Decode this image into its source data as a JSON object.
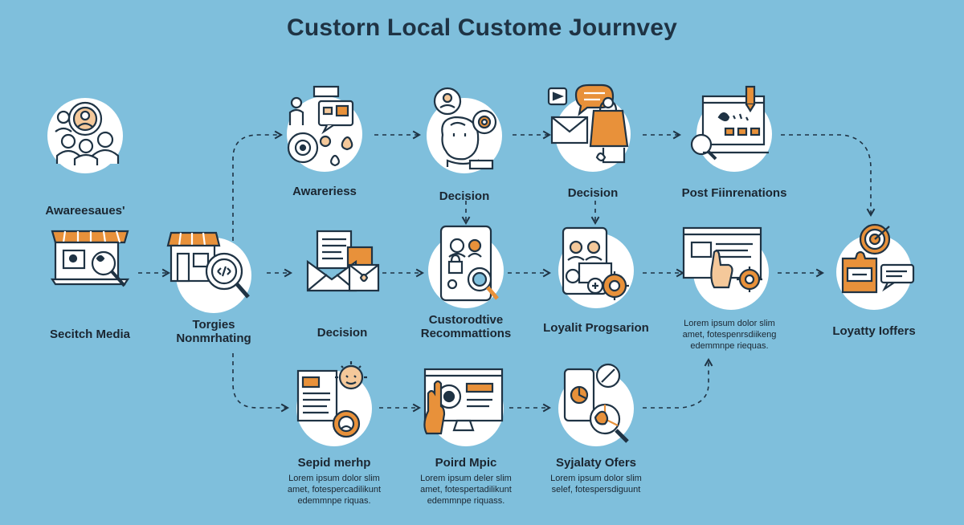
{
  "title": "Custorn Local Custome Journvey",
  "colors": {
    "background": "#7fbfdc",
    "accent": "#e8913a",
    "ink": "#1f3344",
    "circle": "#ffffff"
  },
  "nodes": [
    {
      "id": "n1",
      "label": "Awareesaues'",
      "icon": "people-group-icon"
    },
    {
      "id": "n2",
      "label": "Awareriess",
      "icon": "person-chat-target-icon"
    },
    {
      "id": "n3",
      "label": "Decision",
      "icon": "thinking-face-icon"
    },
    {
      "id": "n4",
      "label": "Decision",
      "icon": "mail-chat-bag-icon"
    },
    {
      "id": "n5",
      "label": "Post Fiinrenations",
      "icon": "board-magnifier-icon"
    },
    {
      "id": "n6",
      "label": "Secitch Media",
      "icon": "storefront-laptop-icon"
    },
    {
      "id": "n7",
      "label_lines": [
        "Torgies",
        "Nonmrhating"
      ],
      "icon": "shop-magnifier-icon"
    },
    {
      "id": "n8",
      "label": "Decision",
      "icon": "envelope-letter-icon"
    },
    {
      "id": "n9",
      "label_lines": [
        "Custorodtive",
        "Recommattions"
      ],
      "icon": "tablet-lock-magnifier-icon"
    },
    {
      "id": "n10",
      "label": "Loyalit Progsarion",
      "icon": "tablet-people-gear-icon"
    },
    {
      "id": "n11",
      "label": "",
      "icon": "monitor-hand-gear-icon"
    },
    {
      "id": "n12",
      "label": "Loyatty Ioffers",
      "icon": "target-shop-chat-icon"
    },
    {
      "id": "n13",
      "label": "Sepid merhp",
      "icon": "document-badge-icon",
      "desc": [
        "Lorem ipsum dolor slim",
        "amet, fotespercadilikunt",
        "edemmnpe riquas."
      ]
    },
    {
      "id": "n14",
      "label": "Poird Mpic",
      "icon": "monitor-hand-icon",
      "desc": [
        "Lorem ipsum deler slim",
        "amet, fotespertadilikunt",
        "edemmnpe riquass."
      ]
    },
    {
      "id": "n15",
      "label": "Syjalaty Ofers",
      "icon": "phone-chart-icon",
      "desc": [
        "Lorem ipsum dolor slim",
        "selef, fotespersdiguunt"
      ]
    }
  ],
  "floating_desc": [
    "Lorem ipsum dolor slim",
    "amet, fotespenrsdiikeng",
    "edemmnpe riequas."
  ]
}
